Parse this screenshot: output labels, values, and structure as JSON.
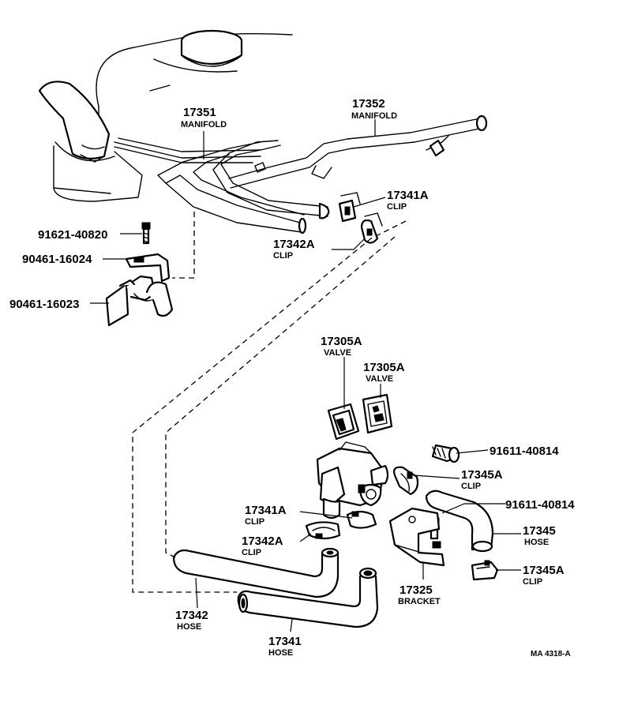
{
  "parts": {
    "p17351": {
      "number": "17351",
      "name": "MANIFOLD"
    },
    "p17352": {
      "number": "17352",
      "name": "MANIFOLD"
    },
    "p17341A_top": {
      "number": "17341A",
      "name": "CLIP"
    },
    "p17342A_top": {
      "number": "17342A",
      "name": "CLIP"
    },
    "p91621": {
      "number": "91621-40820"
    },
    "p90461_16024": {
      "number": "90461-16024"
    },
    "p90461_16023": {
      "number": "90461-16023"
    },
    "p17305A_1": {
      "number": "17305A",
      "name": "VALVE"
    },
    "p17305A_2": {
      "number": "17305A",
      "name": "VALVE"
    },
    "p91611_a": {
      "number": "91611-40814"
    },
    "p17345A_1": {
      "number": "17345A",
      "name": "CLIP"
    },
    "p91611_b": {
      "number": "91611-40814"
    },
    "p17341A_mid": {
      "number": "17341A",
      "name": "CLIP"
    },
    "p17345": {
      "number": "17345",
      "name": "HOSE"
    },
    "p17342A_mid": {
      "number": "17342A",
      "name": "CLIP"
    },
    "p17345A_2": {
      "number": "17345A",
      "name": "CLIP"
    },
    "p17325": {
      "number": "17325",
      "name": "BRACKET"
    },
    "p17342": {
      "number": "17342",
      "name": "HOSE"
    },
    "p17341": {
      "number": "17341",
      "name": "HOSE"
    }
  },
  "reference": "MA 4318-A"
}
